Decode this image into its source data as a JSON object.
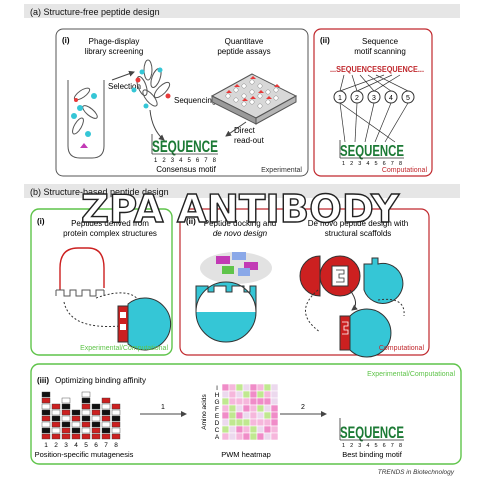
{
  "section_a": {
    "header": "(a) Structure-free peptide design",
    "panel_i": {
      "label": "(i)",
      "phage_display": [
        "Phage-display",
        "library screening"
      ],
      "selection": "Selection",
      "sequencing": "Sequencing",
      "quantitative": [
        "Quantitave",
        "peptide assays"
      ],
      "direct_readout": [
        "Direct",
        "read-out"
      ],
      "logo_text": "SEQUENCE",
      "logo_positions": "1 2 3 4 5 6 7 8",
      "consensus": "Consensus motif",
      "footer": "Experimental"
    },
    "panel_ii": {
      "label": "(ii)",
      "title": [
        "Sequence",
        "motif scanning"
      ],
      "sequence_text": "...SEQUENCESEQUENCE...",
      "nodes": [
        "1",
        "2",
        "3",
        "4",
        "5"
      ],
      "logo_text": "SEQUENCE",
      "logo_positions": "1 2 3 4 5 6 7 8",
      "footer": "Computational"
    }
  },
  "section_b": {
    "header": "(b) Structure-based peptide design",
    "watermark": "ZPA ANTIBODY",
    "panel_i": {
      "label": "(i)",
      "title": [
        "Peptides derived from",
        "protein complex structures"
      ],
      "footer": "Experimental/Computational"
    },
    "panel_ii": {
      "label": "(ii)",
      "docking_title": [
        "Peptide docking and",
        "de novo design"
      ],
      "scaffold_title": [
        "De novo peptide design with",
        "structural scaffolds"
      ],
      "footer": "Computational"
    },
    "panel_iii": {
      "label": "(iii)",
      "title": "Optimizing binding affinity",
      "corner": "Experimental/Computational",
      "mutagenesis_positions": [
        "1",
        "2",
        "3",
        "4",
        "5",
        "6",
        "7",
        "8"
      ],
      "mutagenesis_caption": "Position-specific mutagenesis",
      "step1": "1",
      "heatmap_rows": [
        "I",
        "H",
        "G",
        "F",
        "E",
        "D",
        "C",
        "A"
      ],
      "heatmap_axis": "Amino acids",
      "heatmap_caption": "PWM heatmap",
      "step2": "2",
      "logo_text": "SEQUENCE",
      "logo_positions": "1 2 3 4 5 6 7 8",
      "best_caption": "Best binding motif"
    }
  },
  "credit": "TRENDS in Biotechnology",
  "colors": {
    "header_bg": "#e6e6e6",
    "experimental": "#3a3a3a",
    "computational": "#c0282d",
    "mixed": "#5fc44a",
    "protein": "#35c6d6",
    "peptide_red": "#cc2020"
  }
}
